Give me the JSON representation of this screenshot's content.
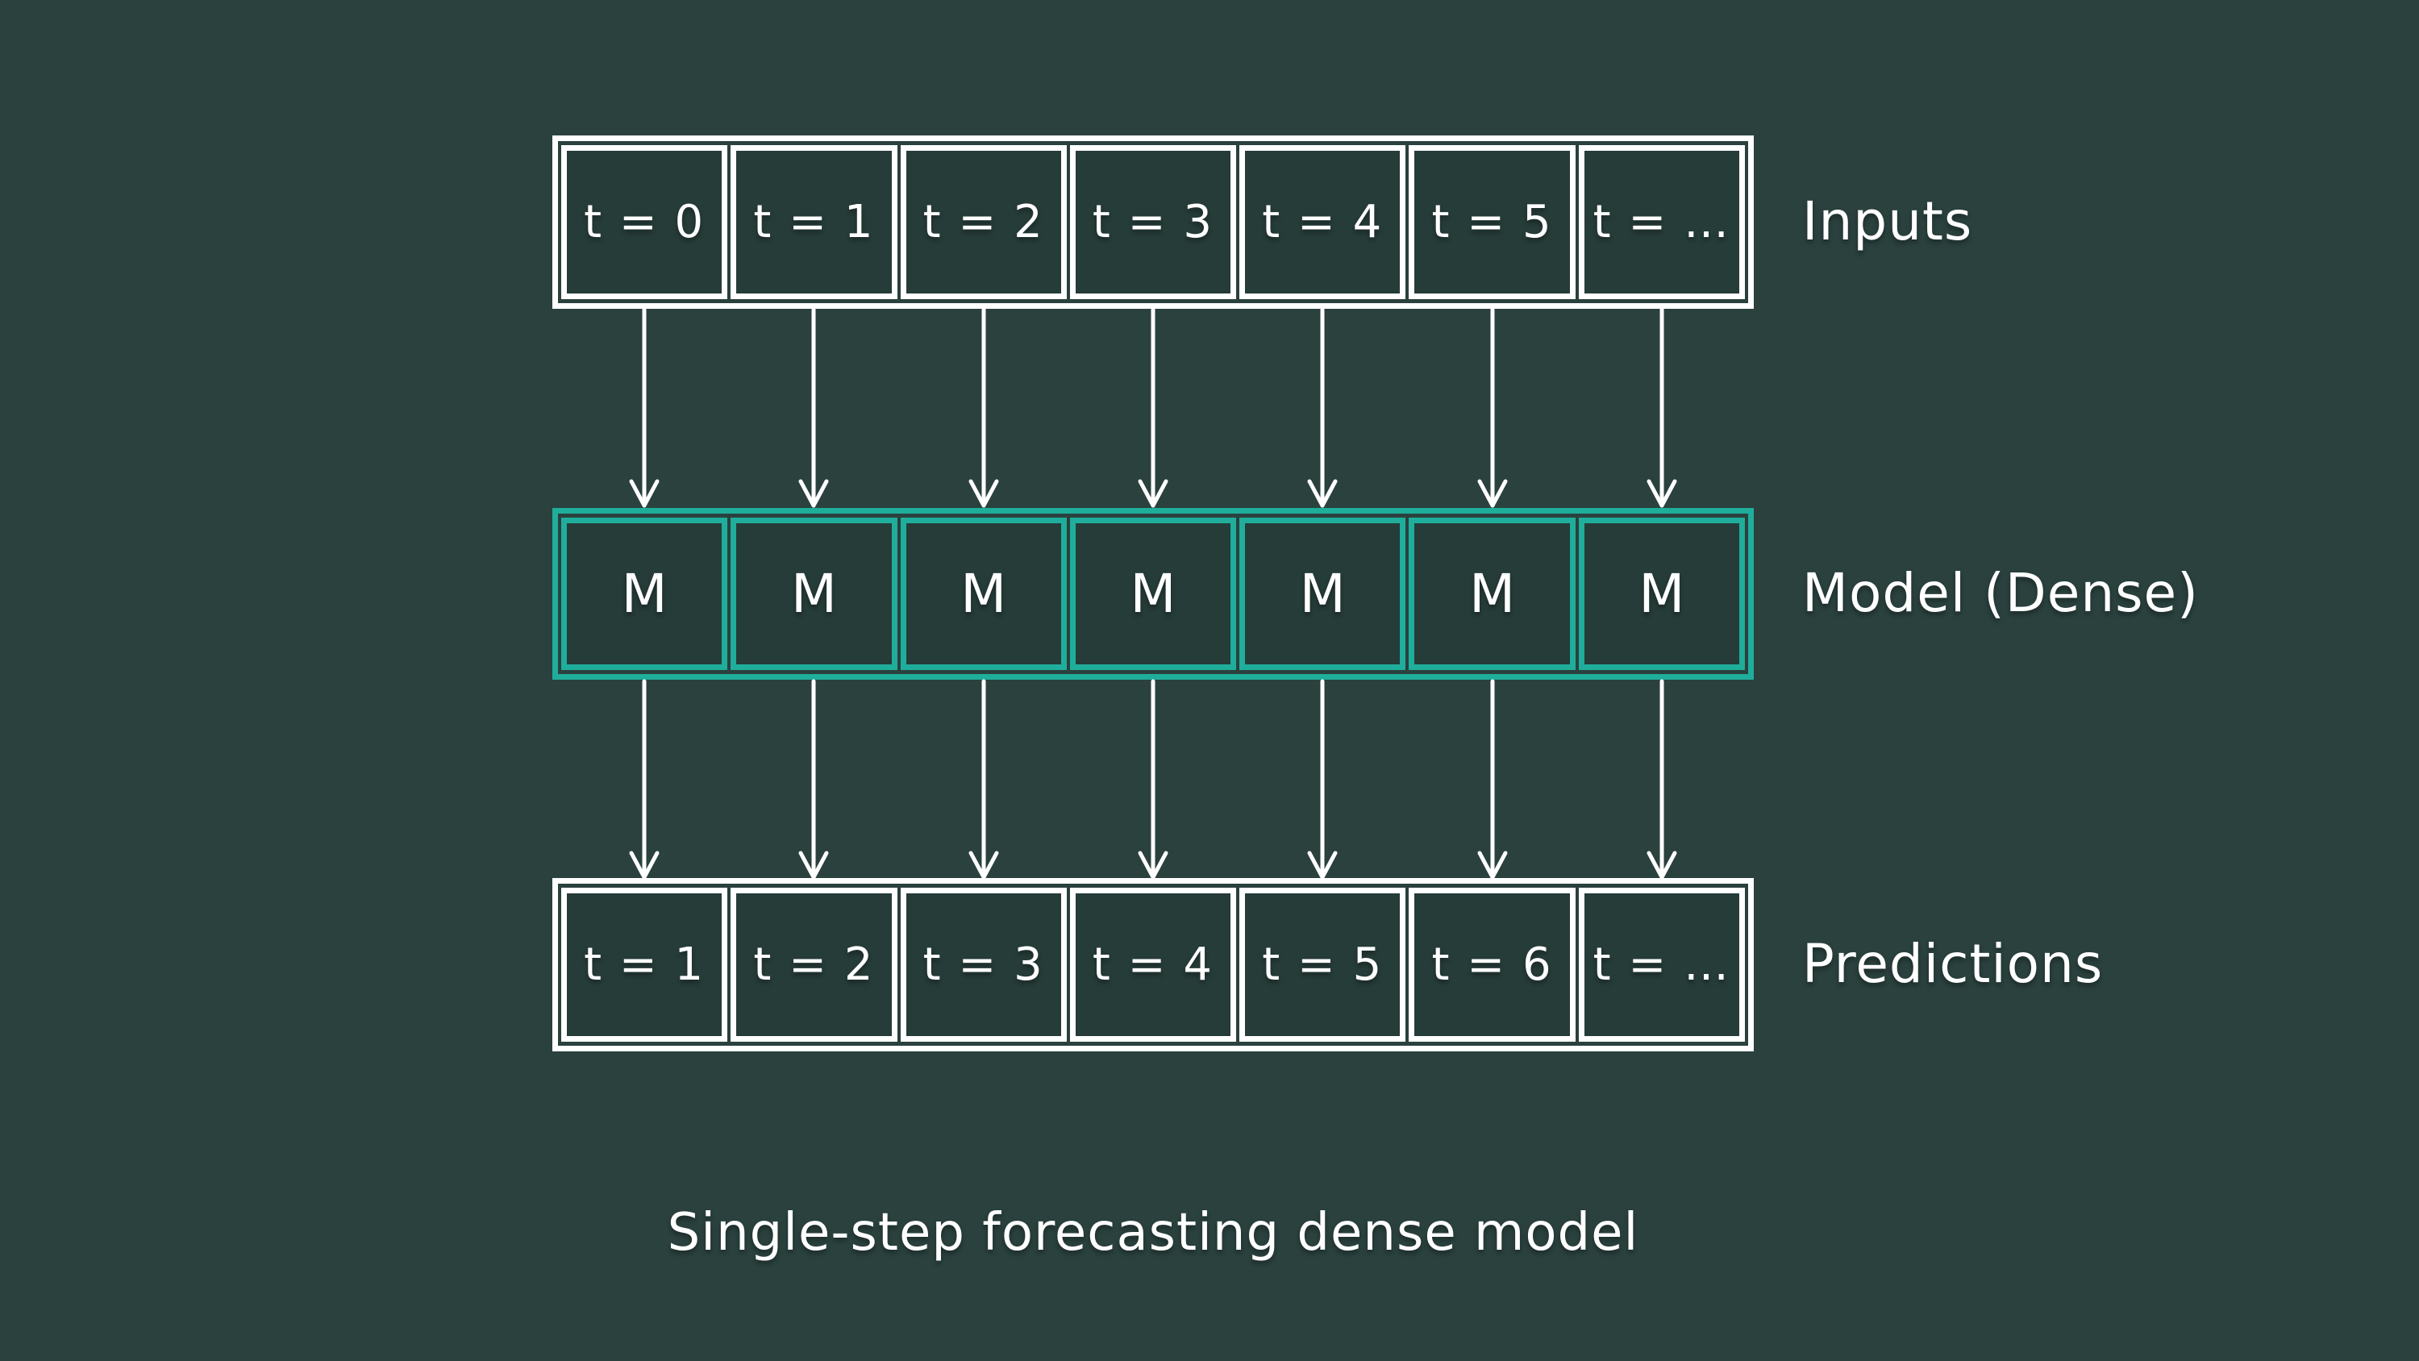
{
  "page": {
    "background_color": "#2A413E"
  },
  "diagram": {
    "caption": "Single-step forecasting dense model",
    "colors": {
      "background": "#2A413E",
      "box_fill": "#263C39",
      "input_prediction_border": "#FFFFFF",
      "model_border": "#1FAE9B",
      "arrow": "#FFFFFF",
      "text": "#FFFFFF"
    },
    "rows": [
      {
        "id": "inputs",
        "label": "Inputs",
        "cells": [
          "t = 0",
          "t = 1",
          "t = 2",
          "t = 3",
          "t = 4",
          "t = 5",
          "t = …"
        ]
      },
      {
        "id": "model",
        "label": "Model (Dense)",
        "cells": [
          "M",
          "M",
          "M",
          "M",
          "M",
          "M",
          "M"
        ]
      },
      {
        "id": "predictions",
        "label": "Predictions",
        "cells": [
          "t = 1",
          "t = 2",
          "t = 3",
          "t = 4",
          "t = 5",
          "t = 6",
          "t = …"
        ]
      }
    ]
  }
}
